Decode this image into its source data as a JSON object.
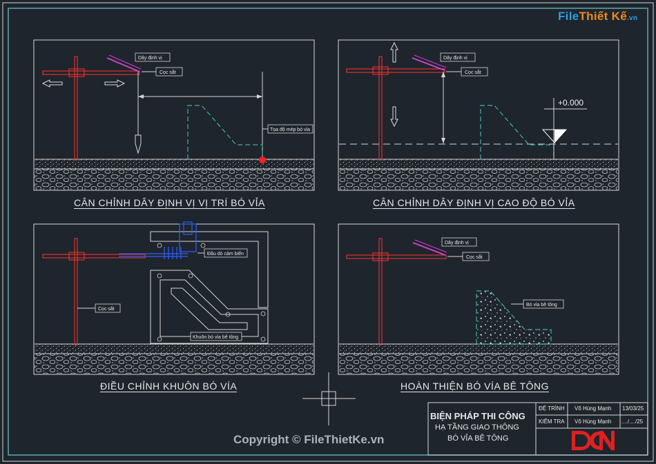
{
  "brand": {
    "logo_main": "File",
    "logo_second": "Thiết Kế",
    "logo_suffix": ".vn",
    "watermark": "Copyright © FileThietKe.vn"
  },
  "panels": [
    {
      "caption": "CÂN CHỈNH DÂY ĐỊNH VỊ VỊ TRÍ BÓ VỈA",
      "labels": {
        "string_line": "Dây định vị",
        "steel_stake": "Cọc sắt",
        "curb_edge": "Tọa độ mép bó vỉa"
      }
    },
    {
      "caption": "CÂN CHỈNH DÂY ĐỊNH VỊ CAO ĐỘ BÓ VỈA",
      "labels": {
        "string_line": "Dây định vị",
        "steel_stake": "Cọc sắt",
        "elevation": "+0.000"
      }
    },
    {
      "caption": "ĐIỀU CHỈNH KHUÔN BÓ VÍA",
      "labels": {
        "sensor": "Đầu dò cảm biến",
        "steel_stake": "Cọc sắt",
        "formwork": "Khuôn bó vỉa bê tông"
      }
    },
    {
      "caption": "HOÀN THIỆN BÓ VÍA BÊ TÔNG",
      "labels": {
        "string_line": "Dây định vị",
        "steel_stake": "Cọc sắt",
        "concrete_curb": "Bó vỉa bê tông"
      }
    }
  ],
  "title_block": {
    "title_line1": "BIỆN PHÁP THI CÔNG",
    "title_line2": "HẠ TẦNG GIAO THÔNG",
    "title_line3": "BÓ VỈA BÊ TÔNG",
    "row1_role": "ĐỆ TRÌNH",
    "row1_name": "Võ Hùng Mạnh",
    "row1_date": "13/03/25",
    "row2_role": "KIỂM TRA",
    "row2_name": "Võ Hùng Mạnh",
    "row2_date": "..../..../25",
    "company_logo": "DCN"
  },
  "colors": {
    "background": "#1f252c",
    "frame": "#5aa9b8",
    "stake": "#e03030",
    "string": "#d040d0",
    "dash": "#3fb0a8",
    "sensor": "#3060ff",
    "logo_red": "#e02020"
  }
}
